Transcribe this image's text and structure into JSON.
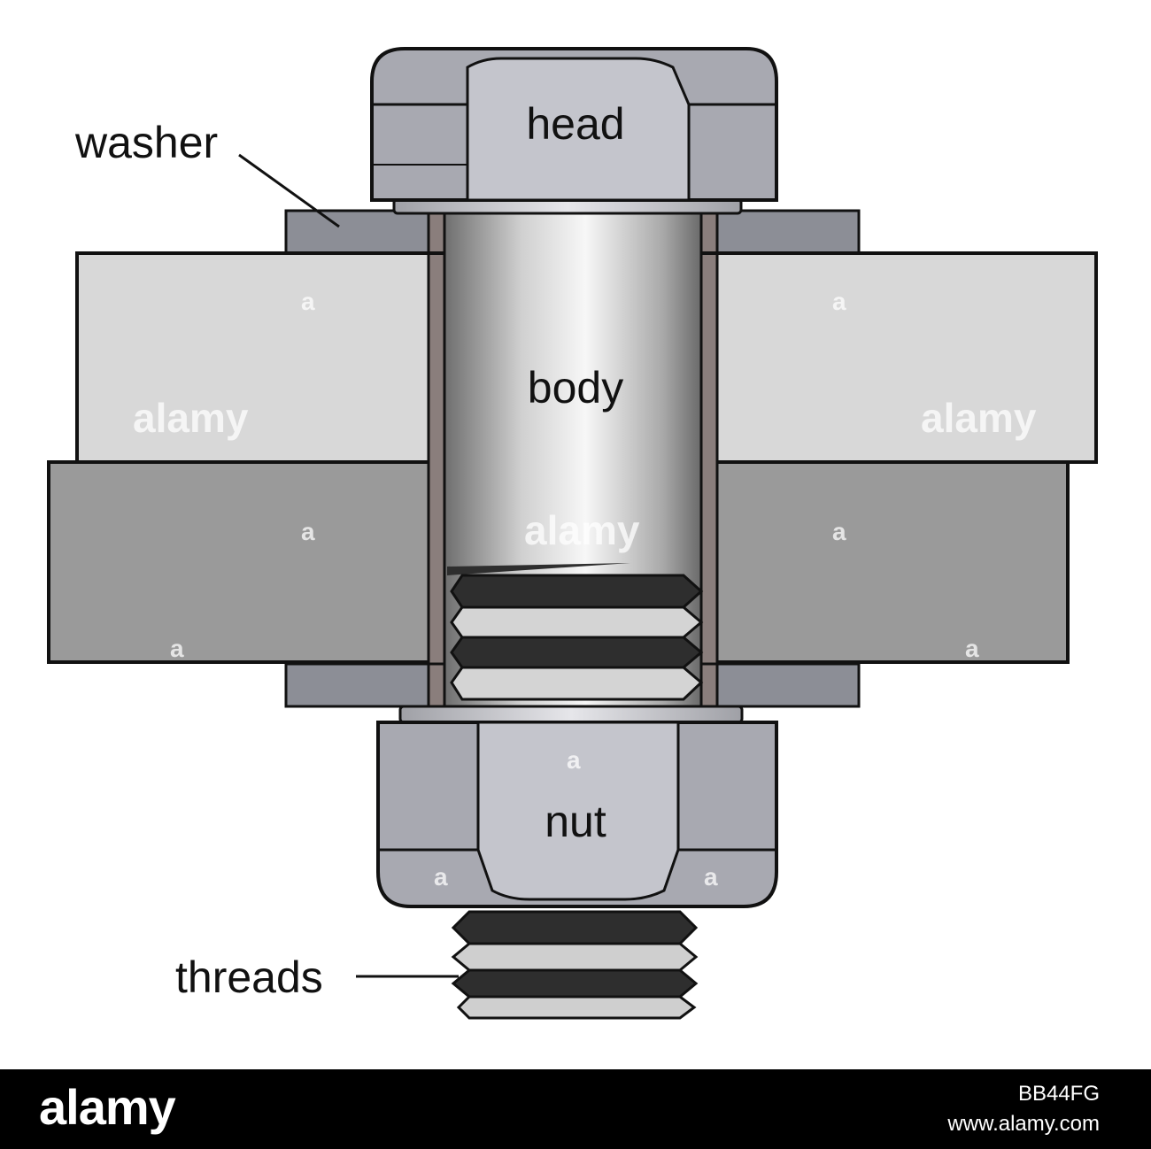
{
  "labels": {
    "head": "head",
    "body": "body",
    "nut": "nut",
    "washer": "washer",
    "threads": "threads"
  },
  "watermark": {
    "brand": "alamy",
    "mark": "a"
  },
  "footer": {
    "logo": "alamy",
    "image_id": "BB44FG",
    "url": "www.alamy.com"
  },
  "colors": {
    "outline": "#111111",
    "plate_top": "#d8d8d8",
    "plate_bottom": "#9a9a9a",
    "washer": "#8c8e96",
    "hex_face_center": "#c4c5cc",
    "hex_face_side": "#a8a9b1",
    "hole_wall": "#8a7e7c",
    "thread_dark": "#2e2e2e",
    "thread_light": "#cfcfcf",
    "footer_bg": "#000000"
  }
}
